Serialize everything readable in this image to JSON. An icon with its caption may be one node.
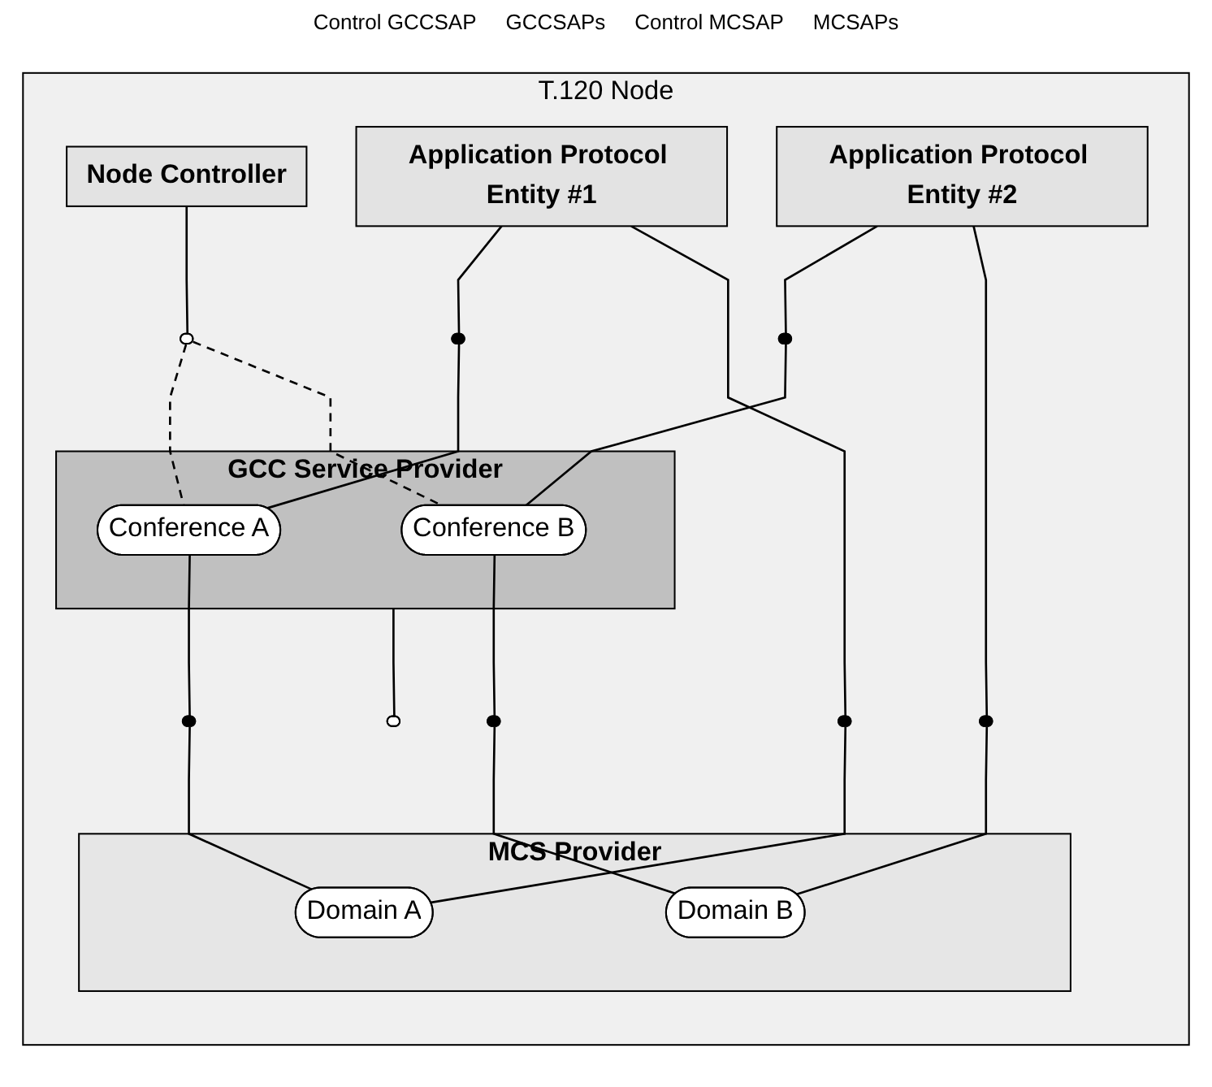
{
  "diagram": {
    "nodes": [
      {
        "text": [
          "T.120 Node"
        ]
      },
      {
        "text": [
          "Node Controller"
        ],
        "in": 0
      },
      {
        "text": [
          "Application Protocol Entity #1"
        ],
        "in": 0
      },
      {
        "text": [
          "Application Protocol Entity #2"
        ],
        "in": 0
      },
      {
        "text": [],
        "shape": "ellipse",
        "in": 0
      },
      {
        "text": [],
        "shape": "ellipse",
        "in": 0
      },
      {
        "text": [],
        "shape": "ellipse",
        "in": 0
      },
      {
        "text": [
          "GCC Service Provider"
        ],
        "in": 0
      },
      {
        "text": [
          "Conference A"
        ],
        "in": 7
      },
      {
        "text": [
          "Conference B"
        ],
        "in": 7
      },
      {
        "text": [],
        "shape": "ellipse",
        "in": 0
      },
      {
        "text": [],
        "shape": "ellipse",
        "in": 0
      },
      {
        "text": [],
        "shape": "ellipse",
        "in": 0
      },
      {
        "text": [],
        "shape": "ellipse",
        "in": 0
      },
      {
        "text": [],
        "shape": "ellipse",
        "in": 0
      },
      {
        "text": [
          "MCS Provider"
        ],
        "in": 0
      },
      {
        "text": [
          "Domain A"
        ],
        "in": 15
      },
      {
        "text": [
          "Domain B"
        ],
        "in": 15
      }
    ],
    "edges": [
      {
        "from": 1,
        "to": 4,
        "arrow": "none"
      },
      {
        "from": 2,
        "to": 5,
        "arrow": "none"
      },
      {
        "from": 3,
        "to": 6,
        "arrow": "none"
      },
      {
        "from": 4,
        "to": 8,
        "arrow": "none",
        "style": "dashed"
      },
      {
        "from": 4,
        "to": 9,
        "arrow": "none",
        "style": "dashed"
      },
      {
        "from": 5,
        "to": 8,
        "arrow": "none"
      },
      {
        "from": 6,
        "to": 9,
        "arrow": "none"
      },
      {
        "from": 7,
        "to": 11,
        "arrow": "none"
      },
      {
        "from": 8,
        "to": 10,
        "arrow": "none"
      },
      {
        "from": 9,
        "to": 12,
        "arrow": "none"
      },
      {
        "from": 2,
        "to": 13,
        "arrow": "none"
      },
      {
        "from": 3,
        "to": 14,
        "arrow": "none"
      },
      {
        "from": 10,
        "to": 16,
        "arrow": "none"
      },
      {
        "from": 12,
        "to": 17,
        "arrow": "none"
      },
      {
        "from": 13,
        "to": 16,
        "arrow": "none"
      },
      {
        "from": 14,
        "to": 17,
        "arrow": "none"
      }
    ],
    "labels": [
      "Control GCCSAP",
      "GCCSAPs",
      "Control MCSAP",
      "MCSAPs"
    ]
  }
}
